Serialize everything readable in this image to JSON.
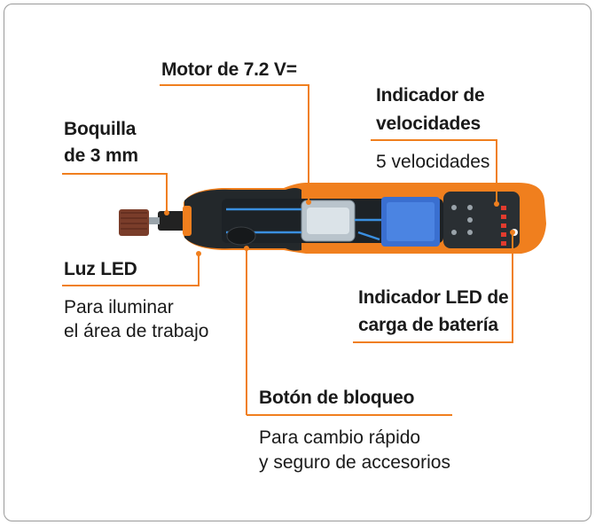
{
  "colors": {
    "accent": "#f07f1e",
    "body_dark": "#222628",
    "frame": "#9a9a9a"
  },
  "callouts": {
    "motor": {
      "title": "Motor de 7.2 V="
    },
    "speeds": {
      "title_line1": "Indicador de",
      "title_line2": "velocidades",
      "detail": "5 velocidades"
    },
    "collet": {
      "title_line1": "Boquilla",
      "title_line2": "de 3 mm"
    },
    "led": {
      "title": "Luz LED",
      "detail_line1": "Para iluminar",
      "detail_line2": "el área de trabajo"
    },
    "battery": {
      "title_line1": "Indicador LED de",
      "title_line2": "carga de batería"
    },
    "lock": {
      "title": "Botón de bloqueo",
      "detail_line1": "Para cambio rápido",
      "detail_line2": "y seguro de accesorios"
    }
  }
}
